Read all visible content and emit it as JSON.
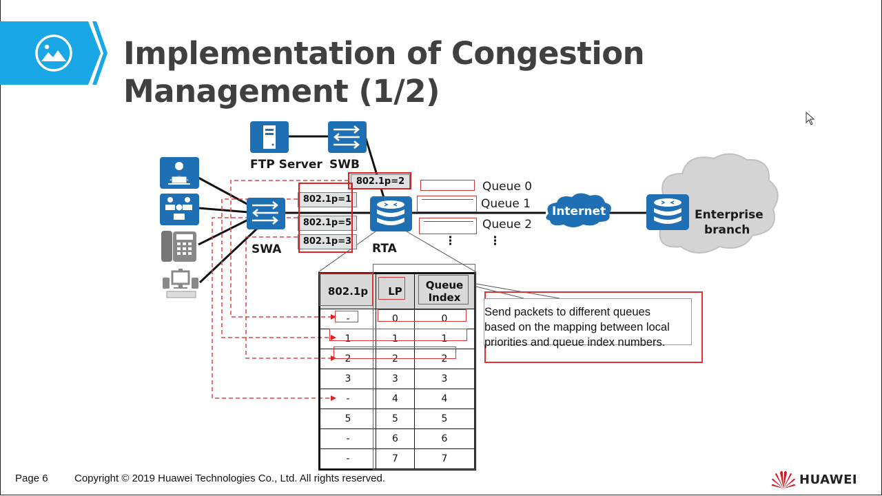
{
  "slide": {
    "title_line1": "Implementation of Congestion",
    "title_line2": "Management (1/2)",
    "banner_icon": "image-icon"
  },
  "diagram": {
    "devices": {
      "ftp_server": "FTP Server",
      "swb": "SWB",
      "swa": "SWA",
      "rta": "RTA",
      "internet": "Internet",
      "enterprise_branch_line1": "Enterprise",
      "enterprise_branch_line2": "branch"
    },
    "terminals": [
      "single-user-icon",
      "user-group-icon",
      "ip-phone-icon",
      "desktop-pc-icon"
    ],
    "priority_tags": {
      "swb_tag": "802.1p=2",
      "tag_1": "802.1p=1",
      "tag_5": "802.1p=5",
      "tag_3": "802.1p=3"
    },
    "queues": [
      "Queue 0",
      "Queue 1",
      "Queue 2"
    ],
    "ellipsis": "⋮"
  },
  "mapping_table": {
    "headers": [
      "802.1p",
      "LP",
      "Queue Index"
    ],
    "header_queue_line1": "Queue",
    "header_queue_line2": "Index",
    "rows": [
      [
        "-",
        "0",
        "0"
      ],
      [
        "1",
        "1",
        "1"
      ],
      [
        "2",
        "2",
        "2"
      ],
      [
        "3",
        "3",
        "3"
      ],
      [
        "-",
        "4",
        "4"
      ],
      [
        "5",
        "5",
        "5"
      ],
      [
        "-",
        "6",
        "6"
      ],
      [
        "-",
        "7",
        "7"
      ]
    ]
  },
  "callout": {
    "line1": "Send packets to different queues",
    "line2": "based on the mapping between local",
    "line3": "priorities and queue index numbers."
  },
  "footer": {
    "page": "Page 6",
    "copyright": "Copyright © 2019 Huawei Technologies Co., Ltd. All rights reserved.",
    "brand": "HUAWEI"
  },
  "colors": {
    "accent_blue": "#1aa7e6",
    "device_blue": "#1f6fb5",
    "highlight_red": "#d22222",
    "title_gray": "#404040"
  }
}
